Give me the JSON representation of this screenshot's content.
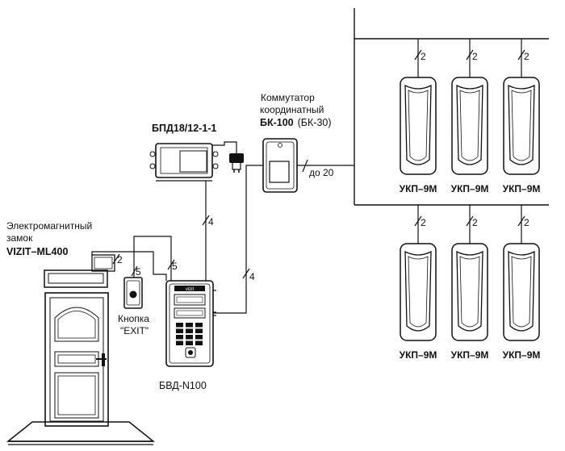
{
  "labels": {
    "lock_line1": "Электромагнитный",
    "lock_line2": "замок",
    "lock_model": "VIZIT–ML400",
    "button_line1": "Кнопка",
    "button_line2": "\"EXIT\"",
    "power_supply": "БПД18/12-1-1",
    "switch_line1": "Коммутатор",
    "switch_line2": "координатный",
    "switch_model": "БК-100",
    "switch_alt": "(БК-30)",
    "panel": "БВД-N100",
    "panel_logo": "vizit",
    "handset": "УКП–9М",
    "to_count": "до 20"
  },
  "wire_counts": {
    "lock_wire": "2",
    "button_wire": "5",
    "panel_lock_wire": "5",
    "psu_panel_wire": "4",
    "switch_panel_wire": "4",
    "handset_wire": "2"
  },
  "handsets": [
    {
      "row": 1,
      "col": 1
    },
    {
      "row": 1,
      "col": 2
    },
    {
      "row": 1,
      "col": 3
    },
    {
      "row": 2,
      "col": 1
    },
    {
      "row": 2,
      "col": 2
    },
    {
      "row": 2,
      "col": 3
    }
  ]
}
